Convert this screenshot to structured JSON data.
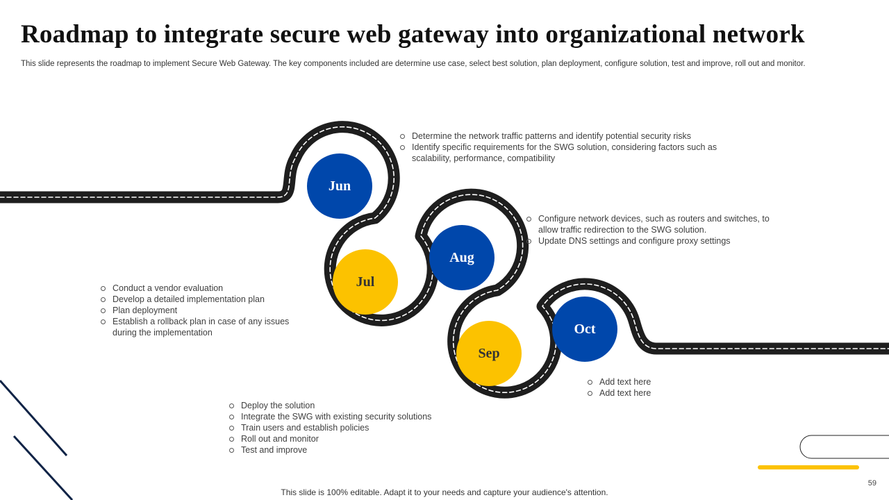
{
  "slide": {
    "title": "Roadmap to integrate secure web gateway into organizational network",
    "subtitle": "This slide represents the roadmap to implement Secure Web Gateway. The key components included are determine use case, select best solution, plan deployment, configure solution, test and improve, roll out and monitor.",
    "footer": "This slide is 100% editable. Adapt it to your needs and capture your audience's attention.",
    "page_number": "59"
  },
  "colors": {
    "primary_blue": "#0047ab",
    "accent_yellow": "#fcc200",
    "road": "#1e1e1e",
    "navy_lines": "#0f2346"
  },
  "milestones": [
    {
      "month": "Jun",
      "color": "blue",
      "notes": [
        "Determine the network traffic patterns and identify potential security risks",
        "Identify specific requirements for the SWG solution, considering factors such as scalability, performance,  compatibility"
      ]
    },
    {
      "month": "Jul",
      "color": "yellow",
      "notes": [
        "Conduct  a vendor  evaluation",
        "Develop  a detailed implementation plan",
        "Plan deployment",
        "Establish a rollback plan in case of any issues during the implementation"
      ]
    },
    {
      "month": "Aug",
      "color": "blue",
      "notes": [
        "Configure  network devices,  such as routers and switches, to allow traffic redirection to the SWG solution.",
        "Update DNS settings and configure  proxy settings"
      ]
    },
    {
      "month": "Sep",
      "color": "yellow",
      "notes": [
        "Deploy the solution",
        "Integrate  the SWG with existing security solutions",
        "Train users and establish policies",
        "Roll out and monitor",
        "Test and improve"
      ]
    },
    {
      "month": "Oct",
      "color": "blue",
      "notes": [
        "Add text here",
        "Add text here"
      ]
    }
  ]
}
